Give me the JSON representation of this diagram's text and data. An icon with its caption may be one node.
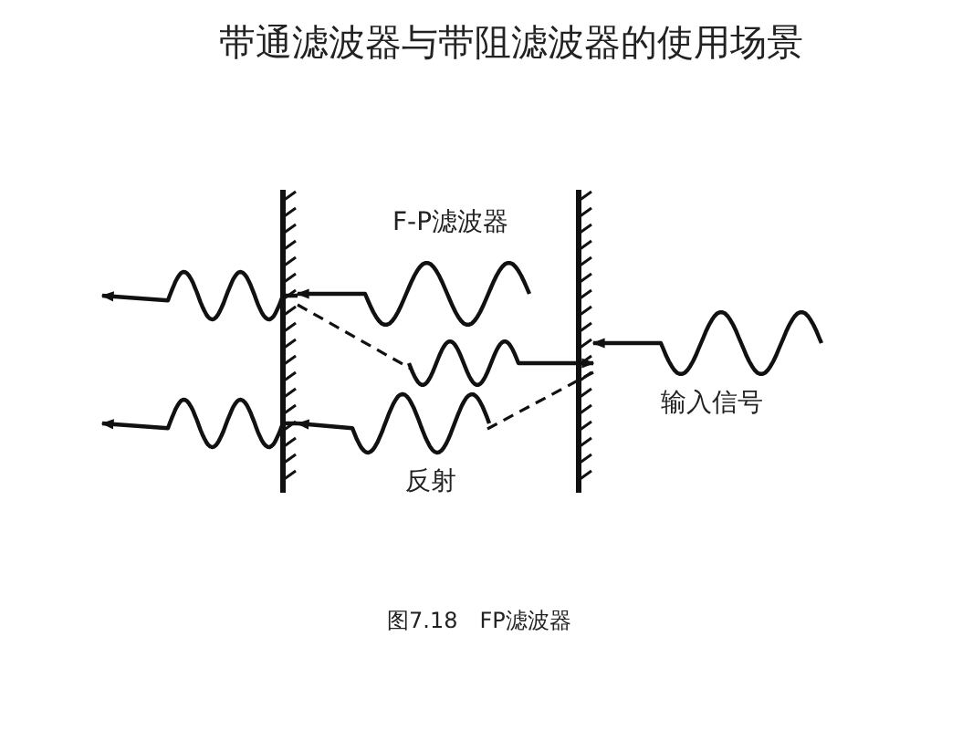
{
  "diagram": {
    "title": "带通滤波器与带阻滤波器的使用场景",
    "caption": "图7.18　FP滤波器",
    "nodes": [
      {
        "text": [],
        "shape": "bar"
      },
      {
        "text": [],
        "shape": "bar"
      }
    ],
    "edges": [
      {
        "from": null,
        "to": 1,
        "arrow": "to"
      },
      {
        "from": null,
        "to": 0,
        "arrow": "to"
      },
      {
        "from": null,
        "to": 0,
        "arrow": "to"
      },
      {
        "from": 0,
        "to": null,
        "arrow": "to"
      },
      {
        "from": 0,
        "to": null,
        "arrow": "to"
      },
      {
        "from": 0,
        "to": null,
        "arrow": "none",
        "style": "dashed"
      },
      {
        "from": null,
        "to": 1,
        "arrow": "to"
      },
      {
        "from": null,
        "to": 1,
        "arrow": "none",
        "style": "dashed"
      }
    ],
    "labels": [
      "F-P滤波器",
      "输入信号",
      "反射"
    ]
  }
}
